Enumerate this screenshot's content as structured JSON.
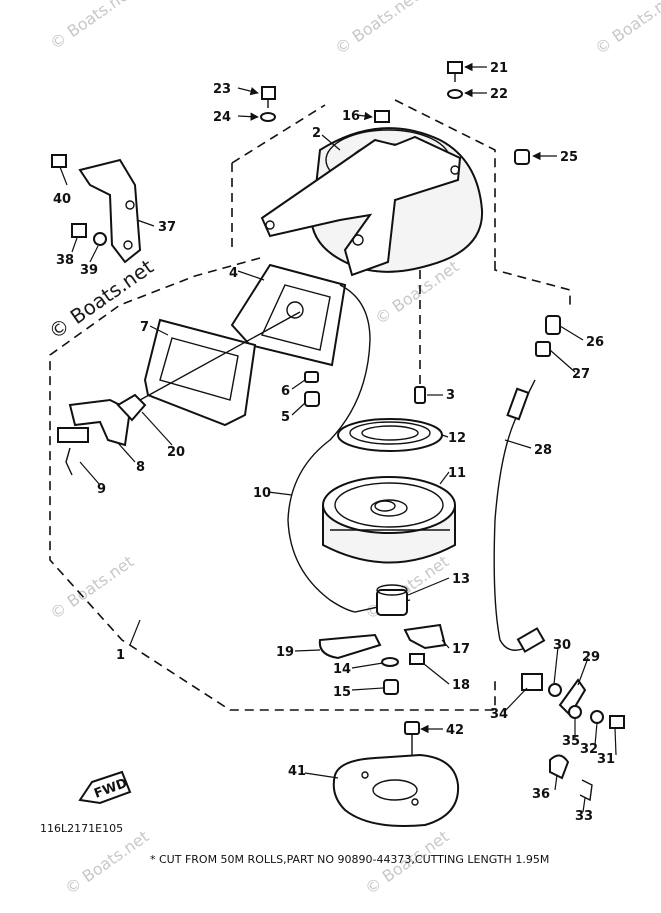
{
  "watermarks": [
    "© Boats.net",
    "© Boats.net",
    "© Boats.net",
    "© Boats.net",
    "© Boats.net",
    "© Boats.net",
    "© Boats.net",
    "© Boats.net",
    "© Boats.net"
  ],
  "fwd_label": "FWD",
  "drawing_code": "116L2171E105",
  "footnote": "* CUT FROM 50M ROLLS,PART NO 90890-44373,CUTTING LENGTH 1.95M",
  "callouts": {
    "c1": "1",
    "c2": "2",
    "c3": "3",
    "c4": "4",
    "c5": "5",
    "c6": "6",
    "c7": "7",
    "c8": "8",
    "c9": "9",
    "c10": "10",
    "c11": "11",
    "c12": "12",
    "c13": "13",
    "c14": "14",
    "c15": "15",
    "c16": "16",
    "c17": "17",
    "c18": "18",
    "c19": "19",
    "c20": "20",
    "c21": "21",
    "c22": "22",
    "c23": "23",
    "c24": "24",
    "c25": "25",
    "c26": "26",
    "c27": "27",
    "c28": "28",
    "c29": "29",
    "c30": "30",
    "c31": "31",
    "c32": "32",
    "c33": "33",
    "c34": "34",
    "c35": "35",
    "c36": "36",
    "c37": "37",
    "c38": "38",
    "c39": "39",
    "c40": "40",
    "c41": "41",
    "c42": "42"
  }
}
